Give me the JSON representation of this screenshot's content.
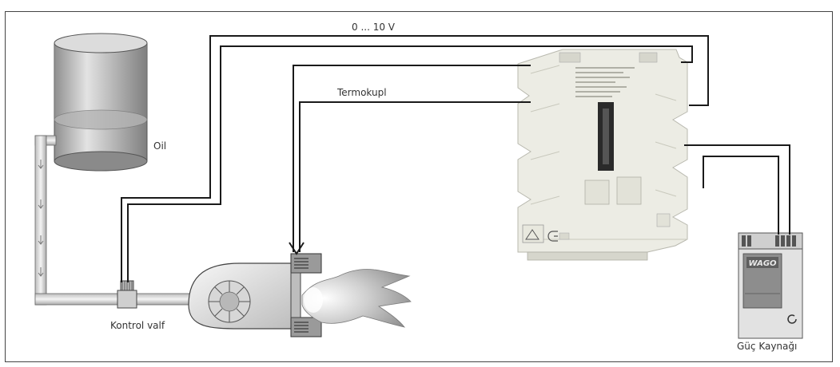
{
  "labels": {
    "voltage": "0 ... 10 V",
    "thermocouple": "Termokupl",
    "oil": "Oil",
    "valve": "Kontrol valf",
    "power": "Güç Kaynağı",
    "power_brand": "WAGO"
  },
  "colors": {
    "wire": "#1a1a1a",
    "frame": "#444444",
    "pipe_fill": "#e6e6e6",
    "pipe_stroke": "#555555",
    "tank_body": "#c8c8c8",
    "module_body": "#ecece4",
    "psu_body": "#e2e2e2"
  },
  "icons": [
    "oil-tank-icon",
    "pipe-icon",
    "control-valve-icon",
    "burner-blower-icon",
    "flame-icon",
    "transducer-module-icon",
    "power-supply-icon"
  ]
}
